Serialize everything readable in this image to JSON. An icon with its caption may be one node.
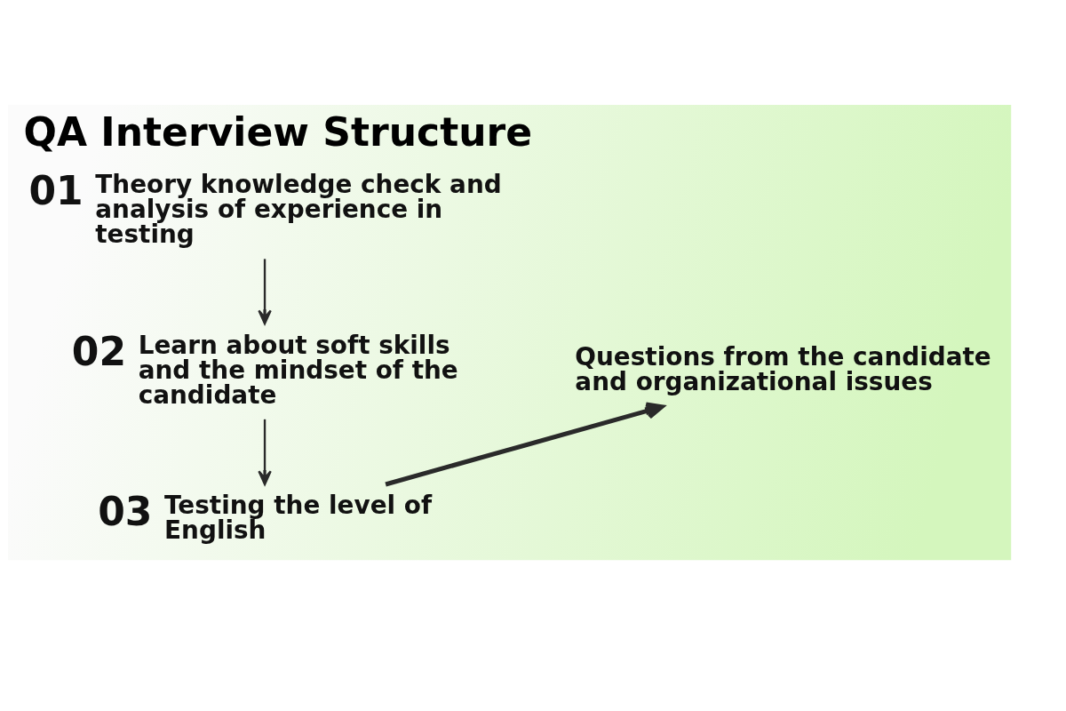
{
  "diagram": {
    "title": "QA Interview Structure",
    "nodes": [
      {
        "text": [
          "01",
          "Theory knowledge check and analysis of experience in testing"
        ]
      },
      {
        "text": [
          "02",
          "Learn about soft skills and the mindset of the candidate"
        ]
      },
      {
        "text": [
          "03",
          "Testing the level of English"
        ]
      },
      {
        "text": [
          "Questions from the candidate and organizational issues"
        ]
      }
    ],
    "edges": [
      {
        "from": 0,
        "to": 1,
        "arrow": "to"
      },
      {
        "from": 1,
        "to": 2,
        "arrow": "to"
      },
      {
        "from": 2,
        "to": 3,
        "arrow": "to",
        "style": "thick"
      }
    ]
  }
}
